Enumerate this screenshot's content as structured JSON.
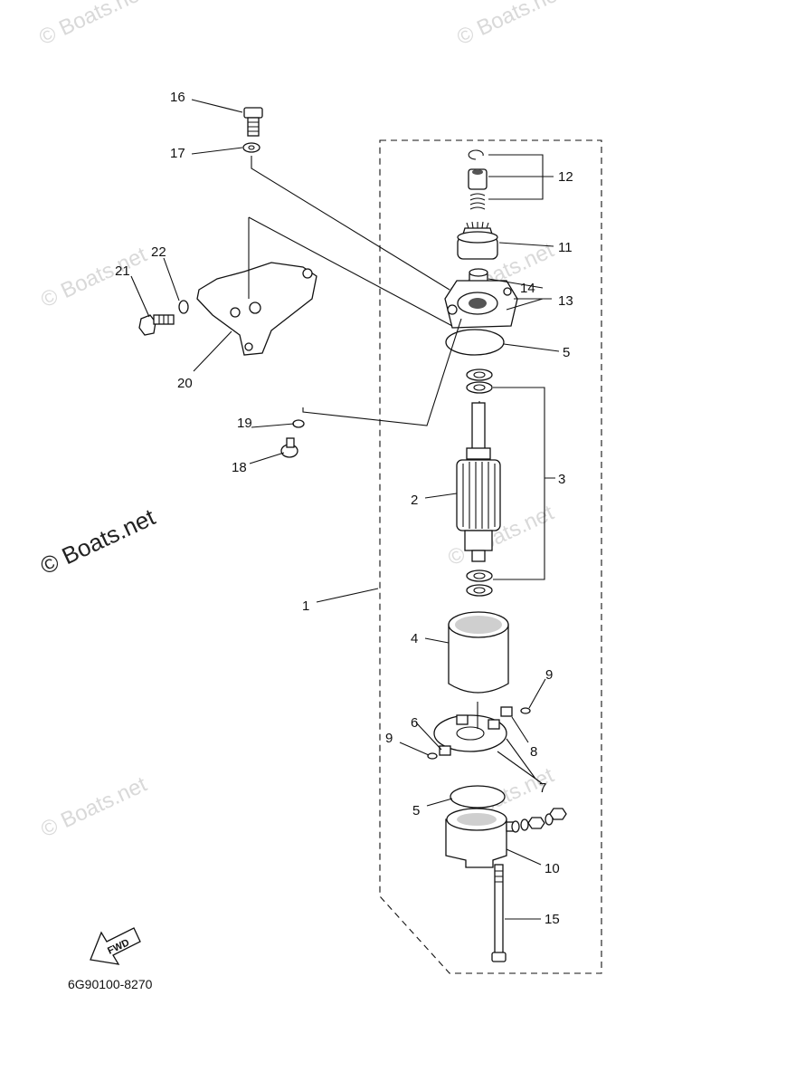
{
  "watermarks": [
    "© Boats.net",
    "© Boats.net",
    "© Boats.net",
    "© Boats.net",
    "© Boats.net",
    "© Boats.net",
    "© Boats.net"
  ],
  "brand_watermark": "© Boats.net",
  "drawing_code": "6G90100-8270",
  "fwd_label": "FWD",
  "callouts": {
    "c1": "1",
    "c2": "2",
    "c3": "3",
    "c4": "4",
    "c5a": "5",
    "c5b": "5",
    "c6": "6",
    "c7": "7",
    "c8": "8",
    "c9a": "9",
    "c9b": "9",
    "c10": "10",
    "c11": "11",
    "c12": "12",
    "c13": "13",
    "c14": "14",
    "c15": "15",
    "c16": "16",
    "c17": "17",
    "c18": "18",
    "c19": "19",
    "c20": "20",
    "c21": "21",
    "c22": "22"
  }
}
